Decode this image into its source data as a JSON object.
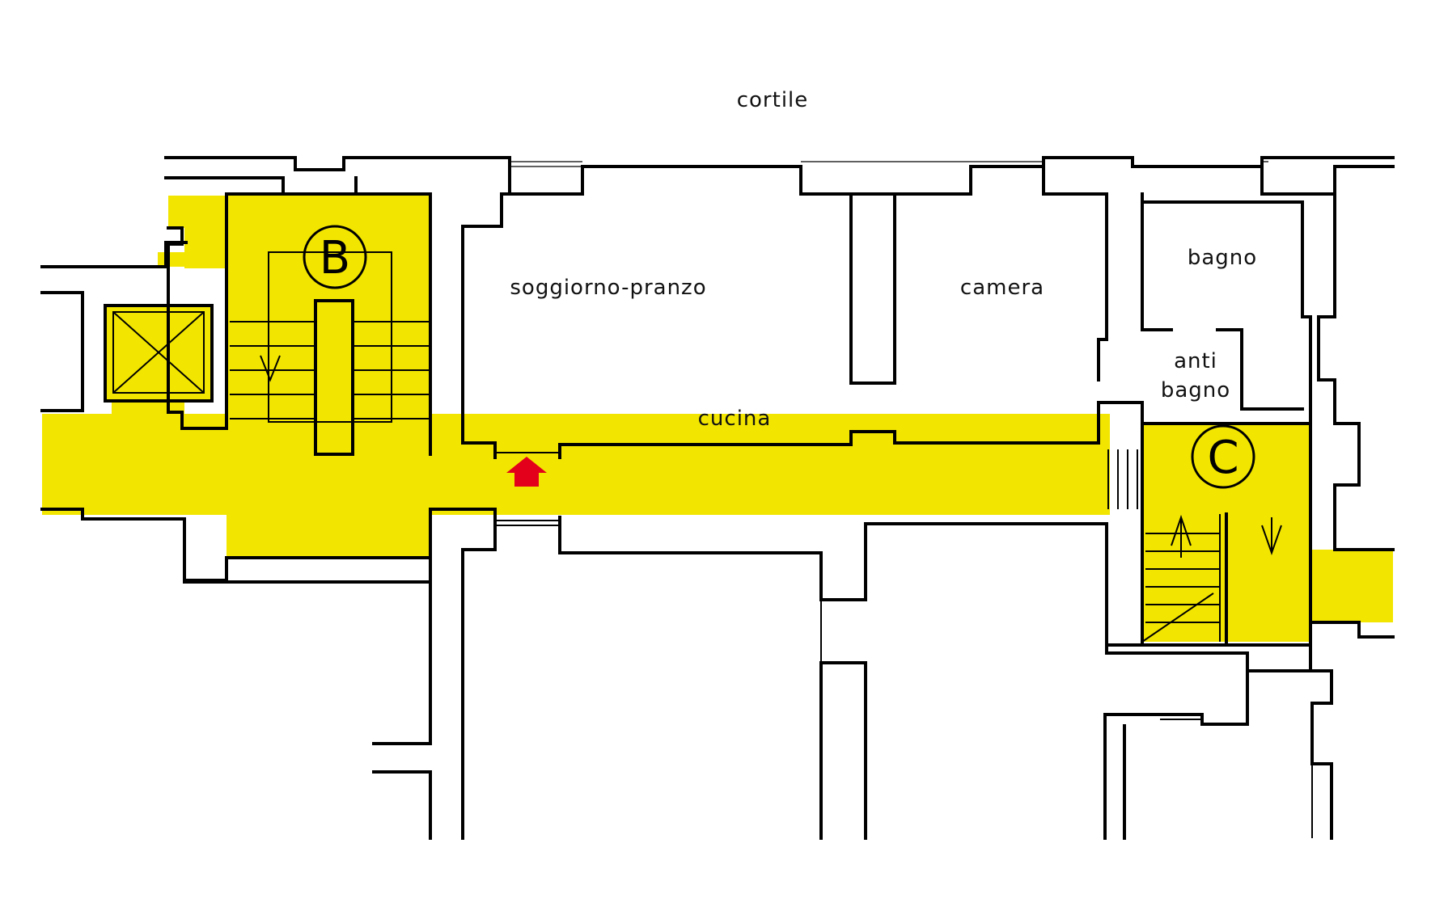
{
  "colors": {
    "common_area": "#f2e600",
    "walls": "#000000",
    "entrance_arrow": "#e3001b",
    "background": "#ffffff"
  },
  "labels": {
    "courtyard": "cortile",
    "living_dining": "soggiorno-pranzo",
    "bedroom": "camera",
    "bathroom": "bagno",
    "antebath_line1": "anti",
    "antebath_line2": "bagno",
    "kitchen": "cucina"
  },
  "staircases": {
    "b": "B",
    "c": "C"
  },
  "icons": {
    "entrance": "entrance-arrow-icon",
    "elevator": "elevator-icon"
  }
}
